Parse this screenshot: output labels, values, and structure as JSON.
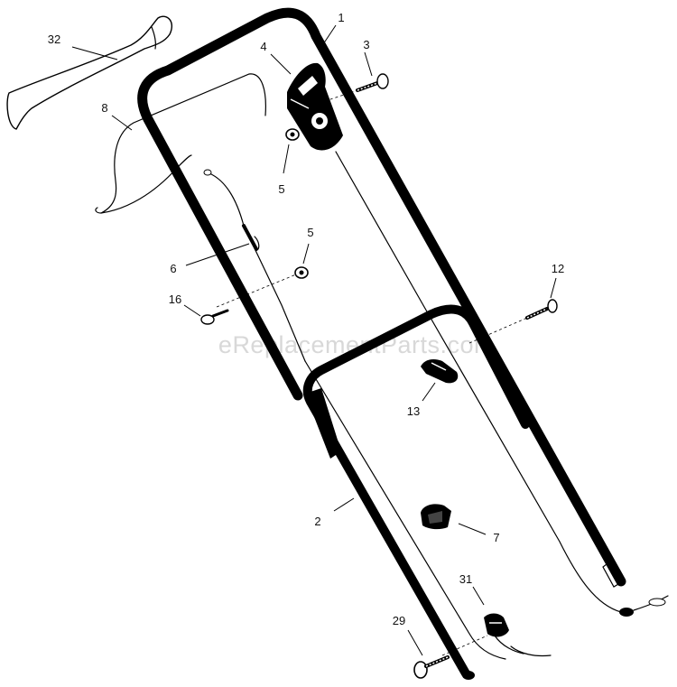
{
  "watermark": "eReplacementParts.com",
  "callouts": [
    {
      "key": "c1",
      "text": "1"
    },
    {
      "key": "c2",
      "text": "2"
    },
    {
      "key": "c3",
      "text": "3"
    },
    {
      "key": "c4",
      "text": "4"
    },
    {
      "key": "c5a",
      "text": "5"
    },
    {
      "key": "c5b",
      "text": "5"
    },
    {
      "key": "c6",
      "text": "6"
    },
    {
      "key": "c7",
      "text": "7"
    },
    {
      "key": "c8",
      "text": "8"
    },
    {
      "key": "c12",
      "text": "12"
    },
    {
      "key": "c13",
      "text": "13"
    },
    {
      "key": "c16",
      "text": "16"
    },
    {
      "key": "c29",
      "text": "29"
    },
    {
      "key": "c31",
      "text": "31"
    },
    {
      "key": "c32",
      "text": "32"
    }
  ]
}
